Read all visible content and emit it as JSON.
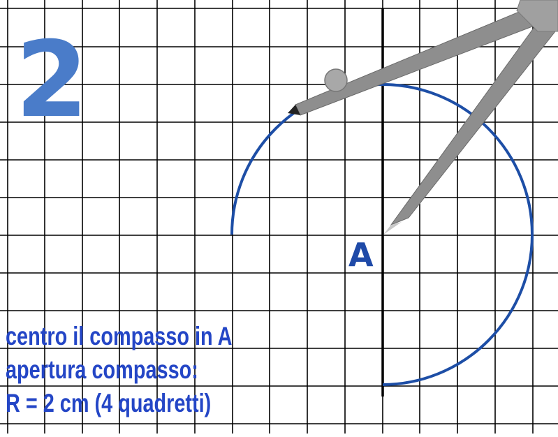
{
  "step_number": "2",
  "point_label": "A",
  "instructions": [
    "centro il compasso in A",
    "apertura compasso:",
    "R = 2 cm (4 quadretti)"
  ],
  "colors": {
    "grid": "#000000",
    "circle": "#1d4ea6",
    "step_number": "#4a7cc9",
    "text": "#2446c6",
    "compass": "#8c8c8c"
  }
}
